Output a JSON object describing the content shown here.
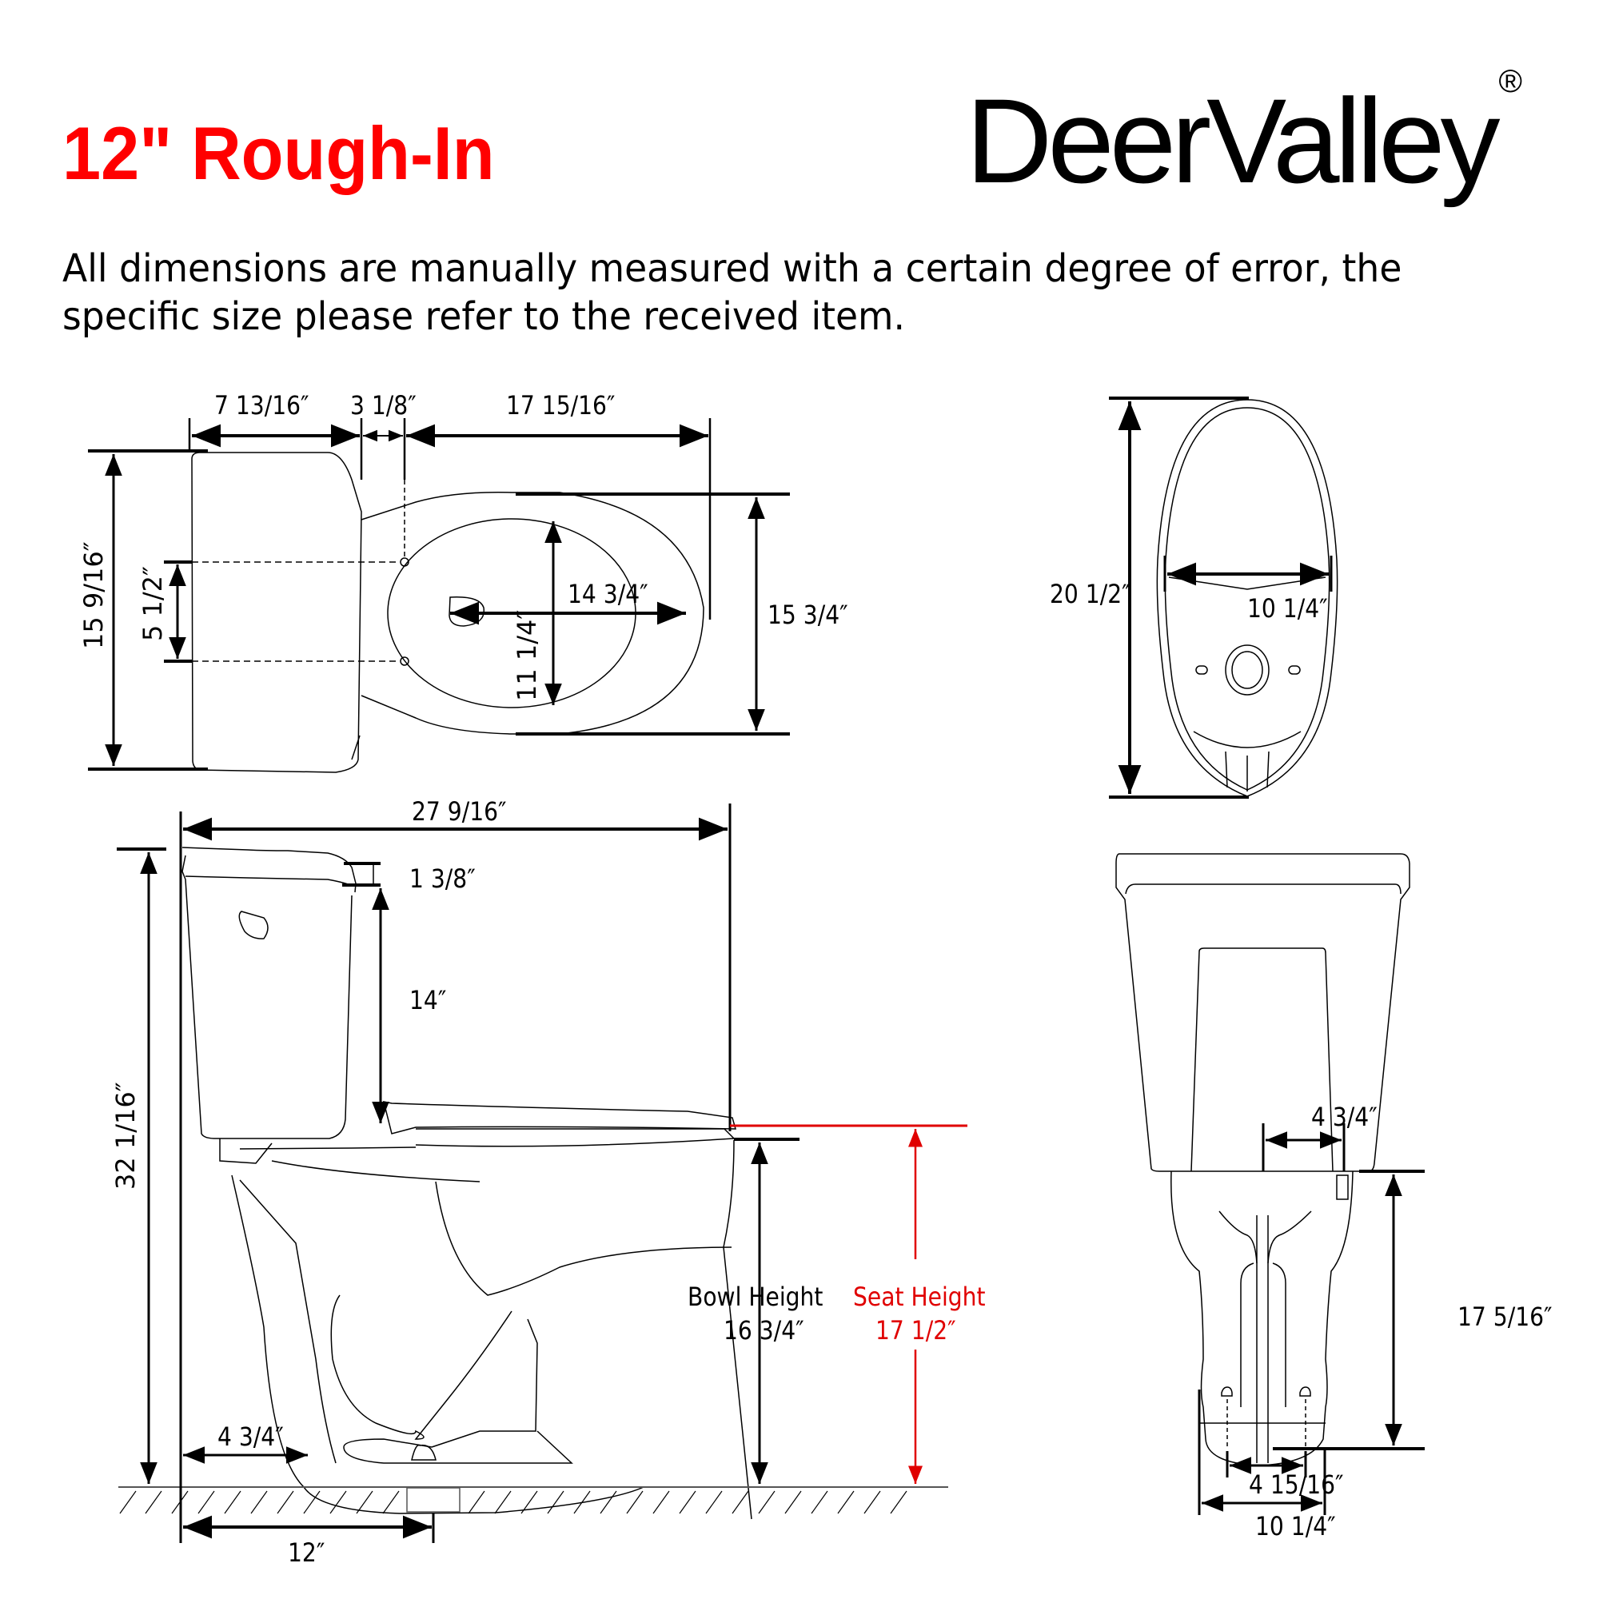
{
  "header": {
    "title": "12\" Rough-In",
    "title_color": "#ff0000",
    "brand": "DeerValley",
    "brand_mark": "®",
    "disclaimer_line1": "All dimensions are manually measured with a certain degree of error, the",
    "disclaimer_line2": "specific size please refer to the received item."
  },
  "top_view": {
    "tank_depth": "7 13/16″",
    "gap": "3 1/8″",
    "bowl_length": "17 15/16″",
    "tank_width": "15 9/16″",
    "bolt_spacing": "5 1/2″",
    "seat_opening_length": "14 3/4″",
    "seat_opening_width": "11 1/4″",
    "bowl_width": "15 3/4″"
  },
  "bottom_view": {
    "overall_length": "20 1/2″",
    "width": "10 1/4″"
  },
  "side_view": {
    "overall_depth": "27 9/16″",
    "overall_height": "32 1/16″",
    "lid_thickness": "1 3/8″",
    "tank_height": "14″",
    "bowl_height_label": "Bowl Height",
    "bowl_height_value": "16 3/4″",
    "seat_height_label": "Seat Height",
    "seat_height_value": "17 1/2″",
    "seat_color": "#e00000",
    "wall_to_base": "4 3/4″",
    "rough_in": "12″"
  },
  "front_view": {
    "supply_offset": "4 3/4″",
    "bowl_to_floor": "17 5/16″",
    "bolt_spacing": "4 15/16″",
    "base_width": "10 1/4″"
  }
}
